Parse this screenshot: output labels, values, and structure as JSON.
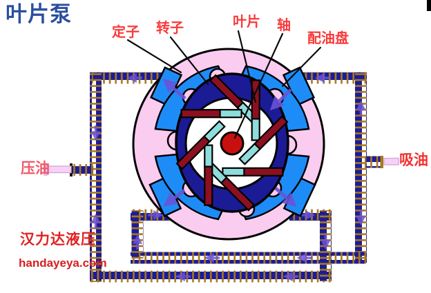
{
  "title": "叶片泵",
  "callouts": {
    "stator": "定子",
    "rotor": "转子",
    "vane": "叶片",
    "shaft": "轴",
    "port_plate": "配油盘"
  },
  "flows": {
    "discharge": "压油",
    "suction": "吸油"
  },
  "watermark": {
    "company": "汉力达液压",
    "website": "handayeya.com"
  },
  "colors": {
    "title_blue": "#2B4FA0",
    "callout_red": "#FA3A3A",
    "discharge_label_pink": "#F05868",
    "suction_label_red": "#F43030",
    "watermark_red": "#E02020",
    "body_pink": "#FACCF0",
    "chamber_navy": "#1B1B96",
    "port_blue": "#1E8CF7",
    "vane_maroon": "#8C1020",
    "vane_tip_cyan": "#8FDCDC",
    "shaft_red": "#C8100F",
    "pipe_navy": "#1C1C99",
    "pipe_tick_gold": "#A9791B",
    "flow_arrow_purple": "#6B53D6",
    "outlet_pipe_pink": "#F8D2F6"
  }
}
